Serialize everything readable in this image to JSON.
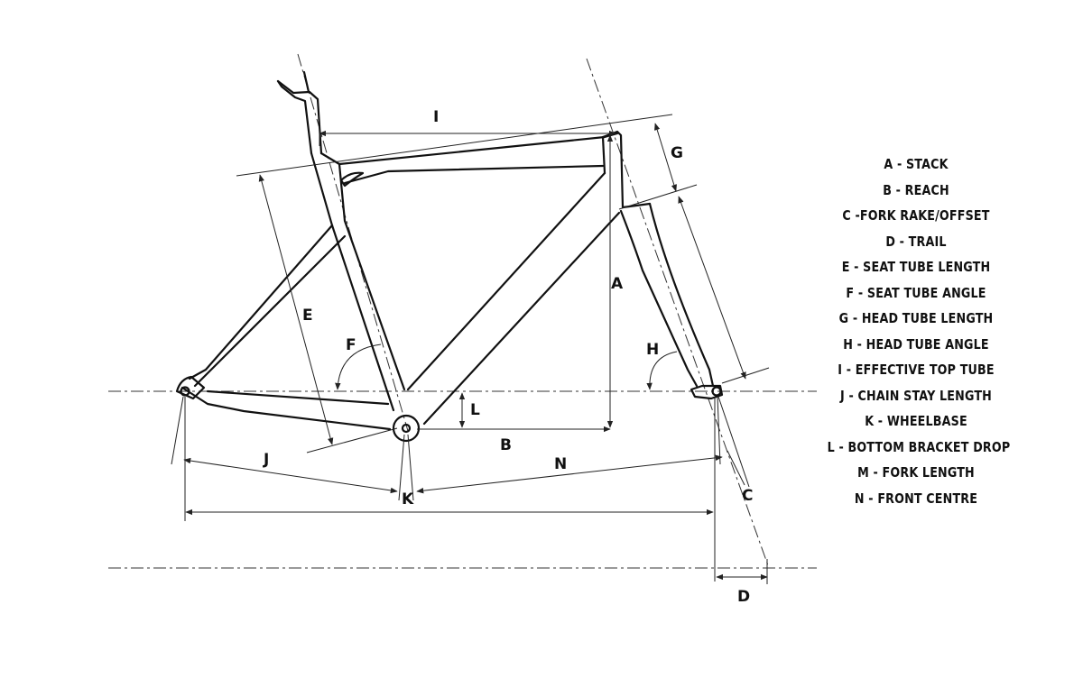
{
  "diagram": {
    "labels": {
      "A": "A",
      "B": "B",
      "C": "C",
      "D": "D",
      "E": "E",
      "F": "F",
      "G": "G",
      "H": "H",
      "I": "I",
      "J": "J",
      "K": "K",
      "L": "L",
      "N": "N"
    },
    "legend": [
      "A - STACK",
      "B - REACH",
      "C -FORK RAKE/OFFSET",
      "D - TRAIL",
      "E - SEAT TUBE LENGTH",
      "F - SEAT TUBE ANGLE",
      "G - HEAD TUBE LENGTH",
      "H - HEAD TUBE ANGLE",
      "I - EFFECTIVE TOP TUBE",
      "J - CHAIN STAY LENGTH",
      "K - WHEELBASE",
      "L - BOTTOM BRACKET DROP",
      "M - FORK LENGTH",
      "N - FRONT CENTRE"
    ]
  }
}
